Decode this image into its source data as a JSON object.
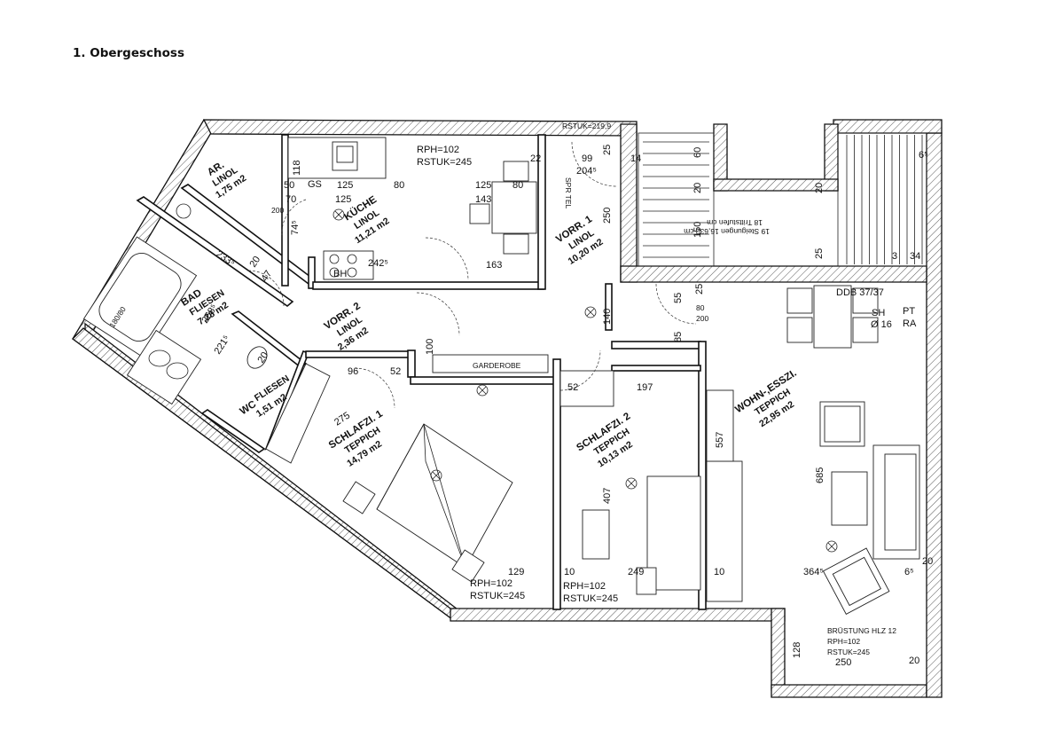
{
  "page_title": "1. Obergeschoss",
  "rooms": {
    "ar": {
      "name": "AR.",
      "floor": "LINOL",
      "area": "1,75 m2"
    },
    "kueche": {
      "name": "KÜCHE",
      "floor": "LINOL",
      "area": "11,21 m2"
    },
    "vorr1": {
      "name": "VORR. 1",
      "floor": "LINOL",
      "area": "10,20 m2"
    },
    "bad": {
      "name": "BAD",
      "floor": "FLIESEN",
      "area": "7,28 m2"
    },
    "vorr2": {
      "name": "VORR. 2",
      "floor": "LINOL",
      "area": "2,36 m2"
    },
    "wc": {
      "name": "WC",
      "floor": "FLIESEN",
      "area": "1,51 m2"
    },
    "schlafzi1": {
      "name": "SCHLAFZI. 1",
      "floor": "TEPPICH",
      "area": "14,79 m2"
    },
    "schlafzi2": {
      "name": "SCHLAFZI. 2",
      "floor": "TEPPICH",
      "area": "10,13 m2"
    },
    "wohn": {
      "name": "WOHN-,ESSZI.",
      "floor": "TEPPICH",
      "area": "22,95 m2"
    }
  },
  "labels": {
    "garderobe": "GARDEROBE",
    "rph_kitchen": "RPH=102",
    "rstuk_kitchen": "RSTUK=245",
    "rph_s1": "RPH=102",
    "rstuk_s1": "RSTUK=245",
    "rph_s2": "RPH=102",
    "rstuk_s2": "RSTUK=245",
    "rstuk_top": "RSTUK=219,9",
    "ddb": "DDB 37/37",
    "sh": "SH",
    "pt": "PT",
    "ra": "RA",
    "dia": "Ø 16",
    "bruestung": "BRÜSTUNG HLZ 12",
    "rph_br": "RPH=102",
    "rstuk_br": "RSTUK=245",
    "gs": "GS",
    "bh": "BH",
    "spr_tel": "SPR TEL",
    "stair_1": "19 Steigungen 16,632 cm",
    "stair_2": "18 Trittstufen cm",
    "bath_tub": "180/80"
  },
  "dimensions": {
    "d_125a": "125",
    "d_80a": "80",
    "d_125b": "125",
    "d_80b": "80",
    "d_143": "143",
    "d_70": "70",
    "d_50": "50",
    "d_118": "118",
    "d_22": "22",
    "d_99": "99",
    "d_2045": "204⁵",
    "d_14": "14",
    "d_25a": "25",
    "d_250": "250",
    "d_163": "163",
    "d_2425": "242⁵",
    "d_2335": "233⁵",
    "d_2685": "268⁵",
    "d_2215": "221⁵",
    "d_20a": "20",
    "d_47": "47",
    "d_745": "74⁵",
    "d_200a": "200",
    "d_96": "96",
    "d_52a": "52",
    "d_100": "100",
    "d_52b": "52",
    "d_197": "197",
    "d_140": "140",
    "d_55": "55",
    "d_85": "85",
    "d_557": "557",
    "d_685": "685",
    "d_407": "407",
    "d_275": "275",
    "d_129": "129",
    "d_10a": "10",
    "d_249": "249",
    "d_10b": "10",
    "d_3645": "364⁵",
    "d_65a": "6⁵",
    "d_20b": "20",
    "d_128": "128",
    "d_250b": "250",
    "d_20c": "20",
    "d_3": "3",
    "d_34": "34",
    "d_25b": "25",
    "d_150": "150",
    "d_20d": "20",
    "d_60": "60",
    "d_20e": "20",
    "d_25c": "25",
    "d_65b": "6⁵",
    "d_200b": "200",
    "d_80c": "80",
    "d_20f": "20"
  },
  "colors": {
    "line": "#111111",
    "paper": "#ffffff"
  }
}
